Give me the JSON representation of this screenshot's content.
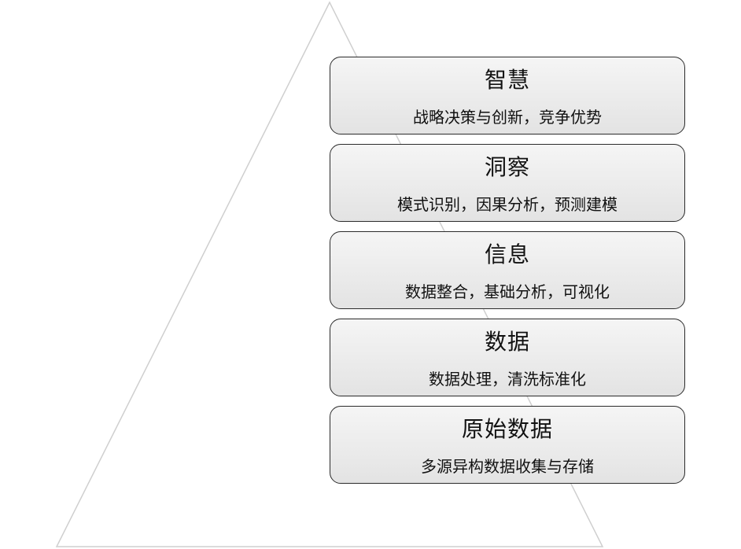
{
  "diagram": {
    "levels": [
      {
        "title": "智慧",
        "description": "战略决策与创新，竞争优势"
      },
      {
        "title": "洞察",
        "description": "模式识别，因果分析，预测建模"
      },
      {
        "title": "信息",
        "description": "数据整合，基础分析，可视化"
      },
      {
        "title": "数据",
        "description": "数据处理，清洗标准化"
      },
      {
        "title": "原始数据",
        "description": "多源异构数据收集与存储"
      }
    ],
    "colors": {
      "box_fill_top": "#f5f5f5",
      "box_fill_bottom": "#e3e3e3",
      "box_border": "#2b2b2b",
      "pyramid_line": "#cfcfcf",
      "text": "#111111"
    }
  }
}
